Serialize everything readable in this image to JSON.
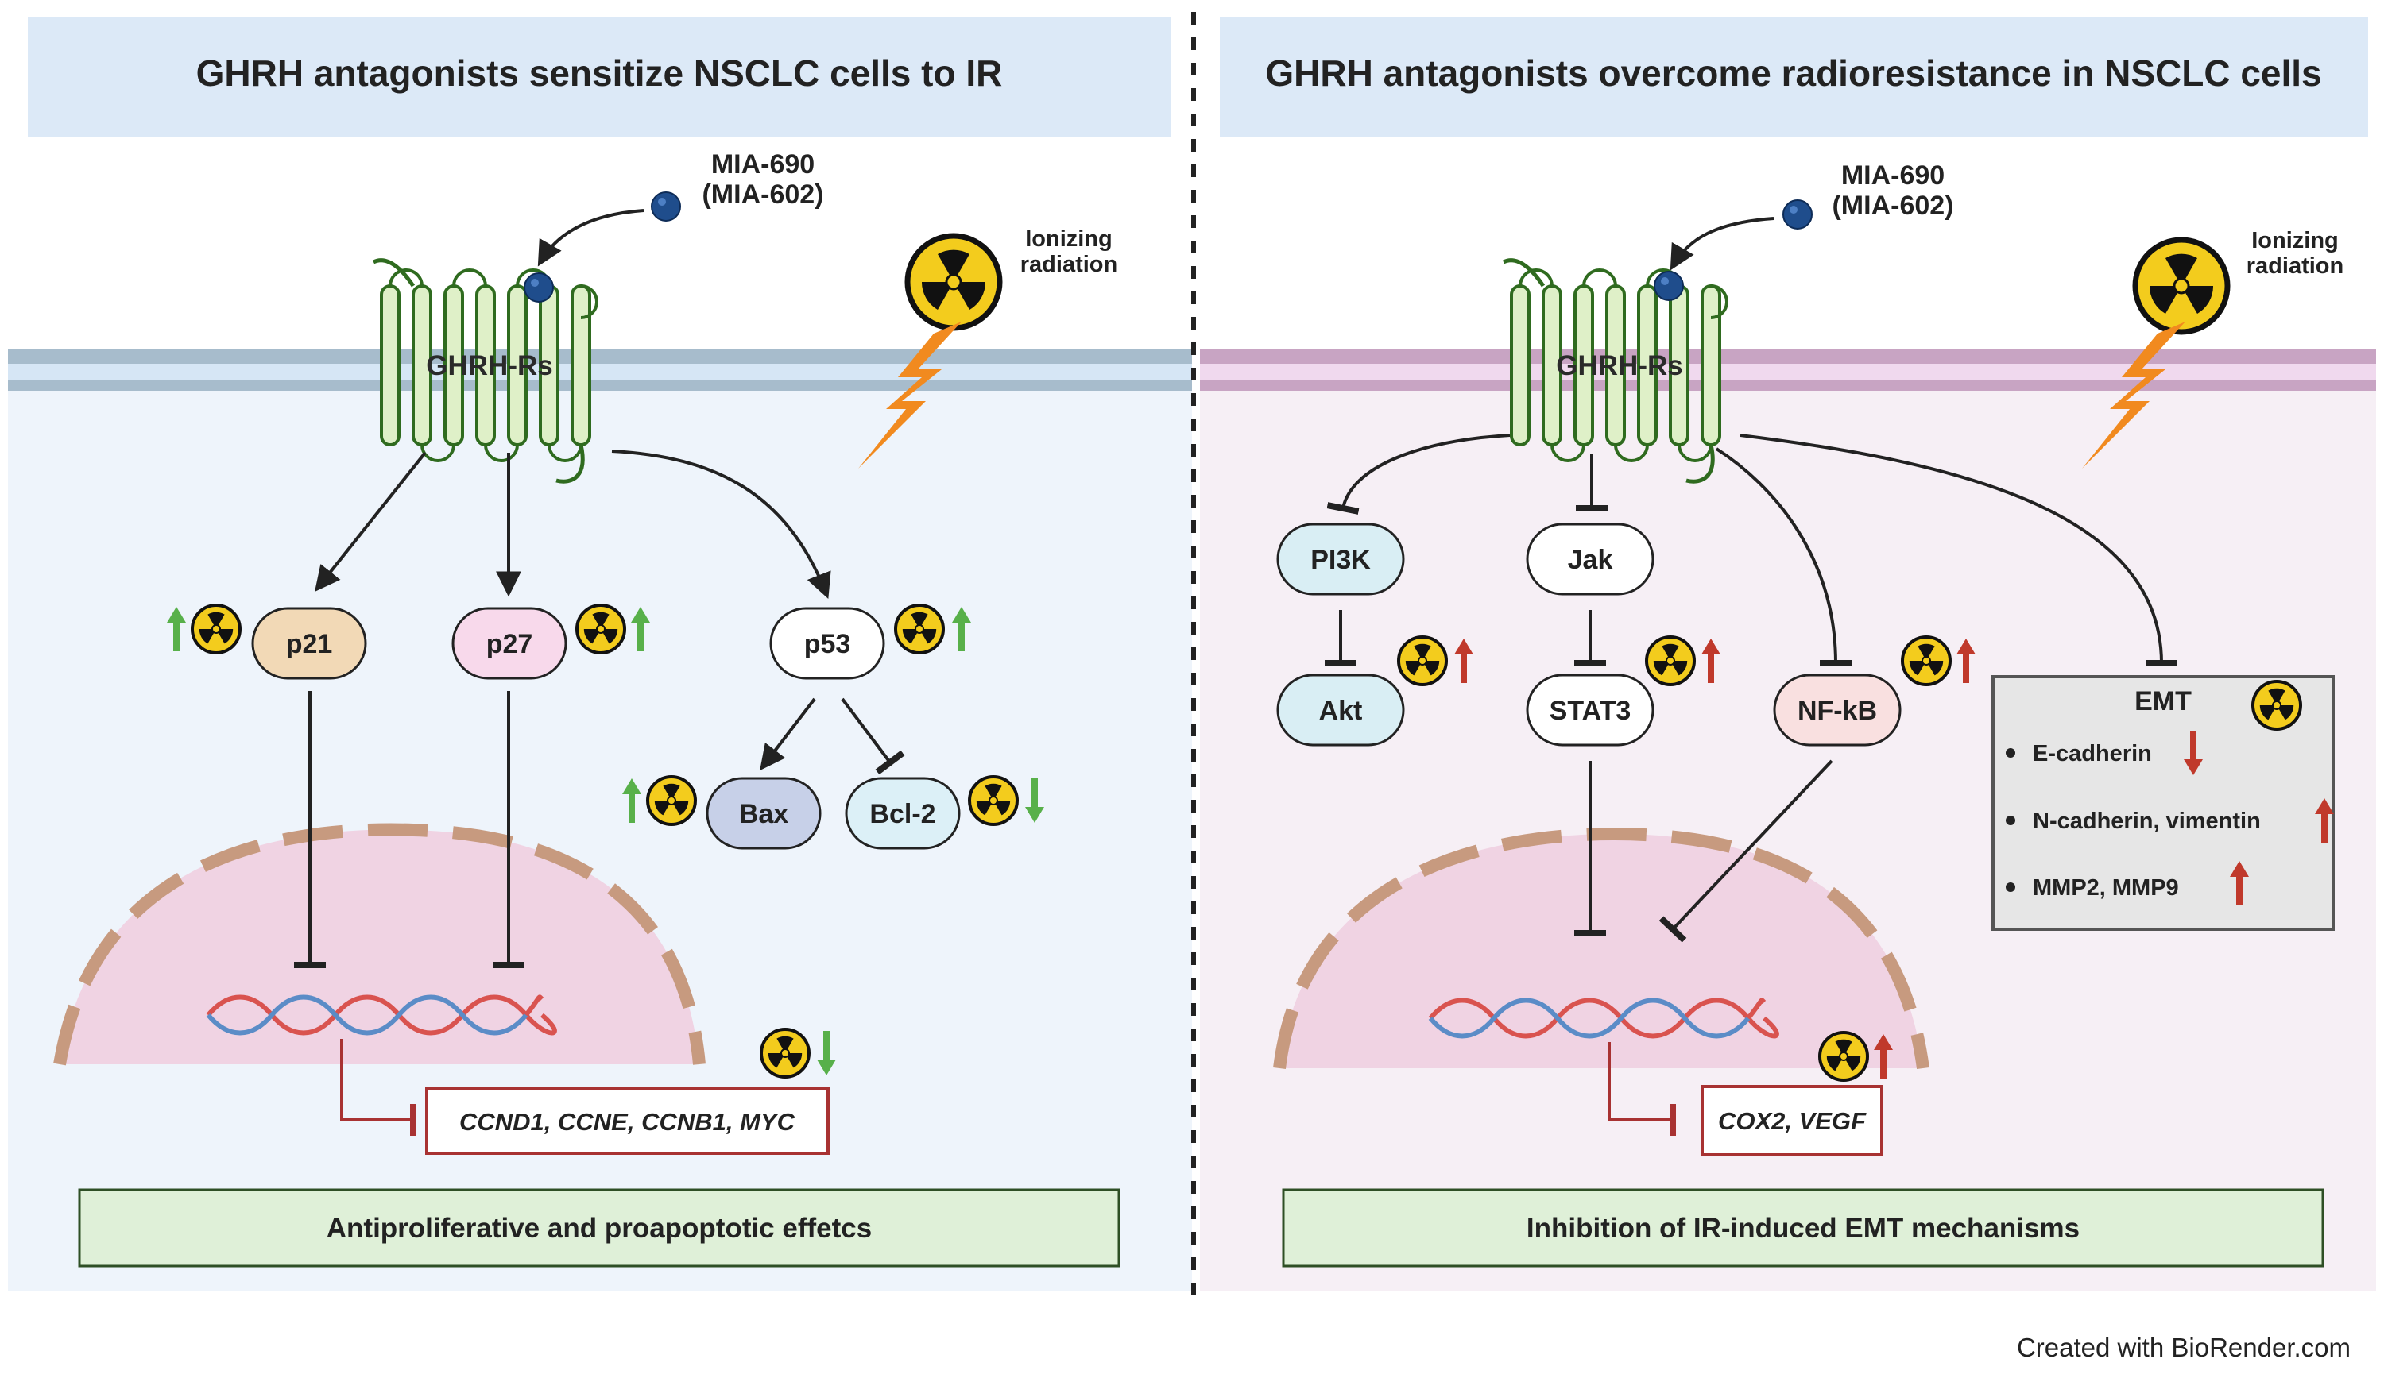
{
  "colors": {
    "left_panel_bg": "#eef4fb",
    "right_panel_bg": "#f6eff5",
    "header_bg": "#dce9f7",
    "outcome_bg": "#dff0d8",
    "outcome_border": "#2e4f25",
    "gene_box_border": "#a83232",
    "up_arrow_green": "#58b04a",
    "up_arrow_red": "#c0392b",
    "receptor_green": "#2f6b1f",
    "drug_blue": "#1f4d8c",
    "radiation_yellow": "#f3cc1d",
    "lightning_orange": "#f18a1f"
  },
  "left": {
    "title": "GHRH antagonists sensitize NSCLC cells to IR",
    "drug_line1": "MIA-690",
    "drug_line2": "(MIA-602)",
    "radiation_line1": "Ionizing",
    "radiation_line2": "radiation",
    "receptor": "GHRH-Rs",
    "nodes": {
      "p21": "p21",
      "p27": "p27",
      "p53": "p53",
      "bax": "Bax",
      "bcl2": "Bcl-2"
    },
    "genes": "CCND1, CCNE, CCNB1, MYC",
    "outcome": "Antiproliferative and proapoptotic effetcs"
  },
  "right": {
    "title": "GHRH antagonists overcome radioresistance in NSCLC cells",
    "drug_line1": "MIA-690",
    "drug_line2": "(MIA-602)",
    "radiation_line1": "Ionizing",
    "radiation_line2": "radiation",
    "receptor": "GHRH-Rs",
    "nodes": {
      "pi3k": "PI3K",
      "akt": "Akt",
      "jak": "Jak",
      "stat3": "STAT3",
      "nfkb": "NF-kB"
    },
    "emt": {
      "title": "EMT",
      "items": [
        "E-cadherin",
        "N-cadherin, vimentin",
        "MMP2, MMP9"
      ]
    },
    "genes": "COX2, VEGF",
    "outcome": "Inhibition of IR-induced EMT mechanisms"
  },
  "credit": "Created with BioRender.com",
  "icons": [
    "radiation-icon",
    "lightning-icon",
    "drug-molecule-icon",
    "up-arrow-icon",
    "down-arrow-icon",
    "dna-helix-icon"
  ]
}
